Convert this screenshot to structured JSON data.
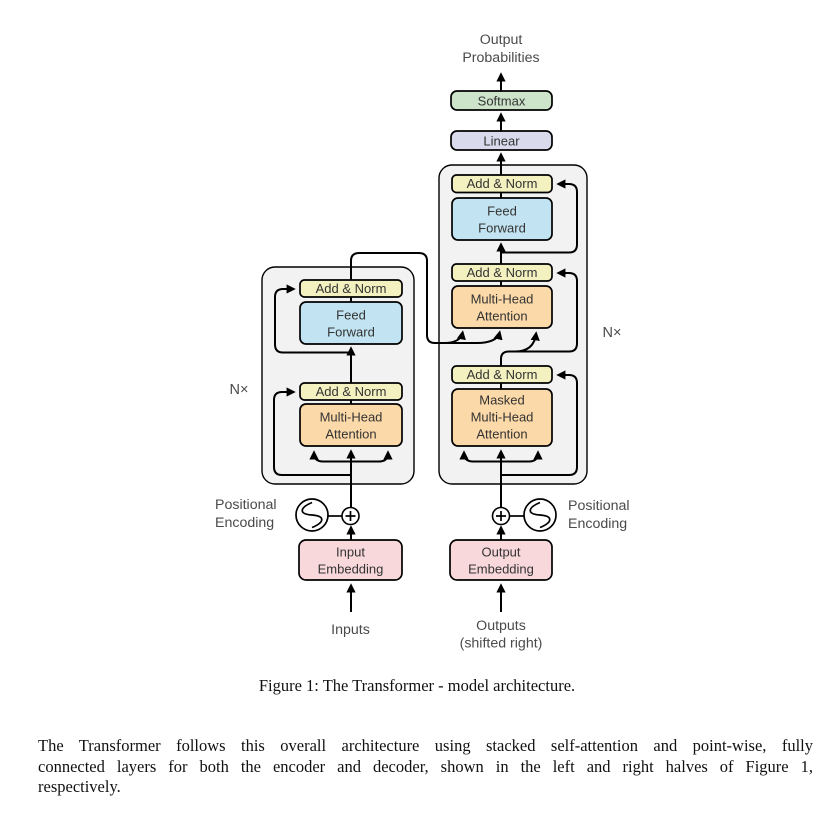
{
  "figure": {
    "output_label": {
      "line1": "Output",
      "line2": "Probabilities"
    },
    "boxes": {
      "softmax": "Softmax",
      "linear": "Linear",
      "add_norm": "Add & Norm",
      "feed_forward": {
        "line1": "Feed",
        "line2": "Forward"
      },
      "multi_head_attention": {
        "line1": "Multi-Head",
        "line2": "Attention"
      },
      "masked_multi_head_attention": {
        "line1": "Masked",
        "line2": "Multi-Head",
        "line3": "Attention"
      },
      "input_embedding": {
        "line1": "Input",
        "line2": "Embedding"
      },
      "output_embedding": {
        "line1": "Output",
        "line2": "Embedding"
      }
    },
    "labels": {
      "n_times": "N×",
      "positional_encoding": {
        "line1": "Positional",
        "line2": "Encoding"
      },
      "inputs": "Inputs",
      "outputs": {
        "line1": "Outputs",
        "line2": "(shifted right)"
      }
    },
    "colors": {
      "softmax": "#cde4cb",
      "linear": "#d9daec",
      "add_norm": "#f3f1bf",
      "feed_forward": "#c2e4f2",
      "attention": "#fcd9a8",
      "embedding": "#f9d8db",
      "block_background": "#f2f2f2"
    }
  },
  "caption": "Figure 1: The Transformer - model architecture.",
  "body_text": {
    "lines": [
      "The Transformer follows this overall architecture using stacked self-attention and point-wise, fully",
      "connected layers for both the encoder and decoder, shown in the left and right halves of Figure 1,",
      "respectively."
    ]
  }
}
